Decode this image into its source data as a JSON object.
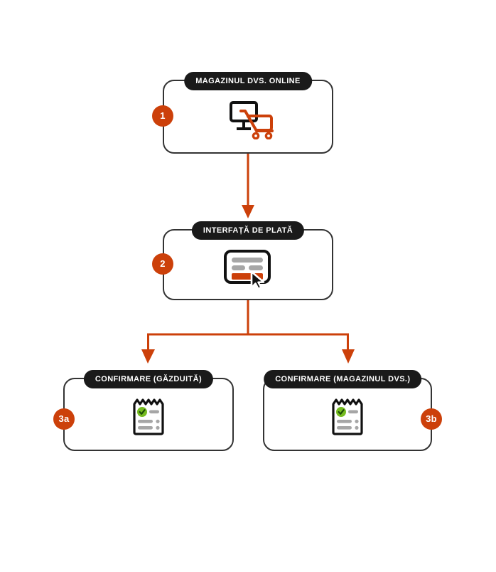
{
  "diagram": {
    "title": "Payment flow diagram",
    "language": "ro",
    "colors": {
      "accent": "#cc400a",
      "node_border": "#333333",
      "pill_bg": "#1a1a1a",
      "pill_text": "#ffffff",
      "grid_dot": "#e2e2e2",
      "check_green": "#76bc21",
      "bar_gray": "#a6a6a6",
      "background": "#ffffff"
    },
    "nodes": [
      {
        "id": "store",
        "badge": "1",
        "title": "MAGAZINUL DVS. ONLINE",
        "icon": "monitor-cart-icon"
      },
      {
        "id": "payment-interface",
        "badge": "2",
        "title": "INTERFAȚĂ DE PLATĂ",
        "icon": "credit-card-cursor-icon"
      },
      {
        "id": "confirmation-hosted",
        "badge": "3a",
        "title": "CONFIRMARE (GĂZDUITĂ)",
        "icon": "receipt-check-icon"
      },
      {
        "id": "confirmation-merchant",
        "badge": "3b",
        "title": "CONFIRMARE (MAGAZINUL DVS.)",
        "icon": "receipt-check-icon"
      }
    ],
    "connectors": [
      {
        "id": "store-to-payment",
        "from": "store",
        "to": "payment-interface",
        "style": "arrow-down"
      },
      {
        "id": "payment-to-hosted",
        "from": "payment-interface",
        "to": "confirmation-hosted",
        "style": "branch-arrow-down"
      },
      {
        "id": "payment-to-merchant",
        "from": "payment-interface",
        "to": "confirmation-merchant",
        "style": "branch-arrow-down"
      }
    ]
  }
}
